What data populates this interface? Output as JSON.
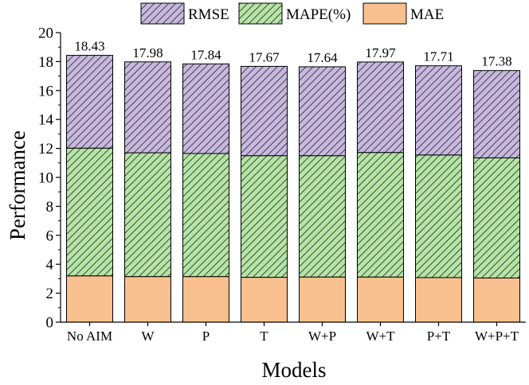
{
  "chart_data": {
    "type": "bar",
    "stacked": true,
    "xlabel": "Models",
    "ylabel": "Performance",
    "ylim": [
      0,
      20
    ],
    "yticks": [
      0,
      2,
      4,
      6,
      8,
      10,
      12,
      14,
      16,
      18,
      20
    ],
    "categories": [
      "No AIM",
      "W",
      "P",
      "T",
      "W+P",
      "W+T",
      "P+T",
      "W+P+T"
    ],
    "series": [
      {
        "name": "MAE",
        "color": "#f9c08f",
        "pattern": "none",
        "values": [
          3.2,
          3.15,
          3.15,
          3.1,
          3.12,
          3.12,
          3.08,
          3.05
        ]
      },
      {
        "name": "MAPE(%)",
        "color": "#b5e5a5",
        "pattern": "hatch",
        "values": [
          8.82,
          8.55,
          8.5,
          8.4,
          8.38,
          8.6,
          8.47,
          8.3
        ]
      },
      {
        "name": "RMSE",
        "color": "#c8b8e0",
        "pattern": "hatch",
        "values": [
          6.41,
          6.28,
          6.19,
          6.17,
          6.14,
          6.25,
          6.16,
          6.03
        ]
      }
    ],
    "totals": [
      "18.43",
      "17.98",
      "17.84",
      "17.67",
      "17.64",
      "17.97",
      "17.71",
      "17.38"
    ],
    "legend_order": [
      "RMSE",
      "MAPE(%)",
      "MAE"
    ],
    "legend_position": "top",
    "grid": false
  }
}
